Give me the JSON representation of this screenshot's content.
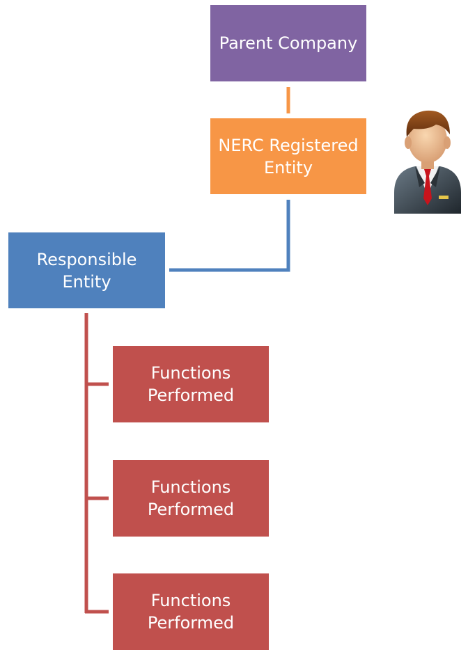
{
  "diagram": {
    "nodes": {
      "parent_company": {
        "label": "Parent Company",
        "color": "#8064A2"
      },
      "nerc_registered_entity": {
        "label": "NERC Registered Entity",
        "color": "#F79646"
      },
      "responsible_entity": {
        "label": "Responsible Entity",
        "color": "#4F81BD"
      },
      "functions": [
        {
          "label": "Functions Performed",
          "color": "#C0504D"
        },
        {
          "label": "Functions Performed",
          "color": "#C0504D"
        },
        {
          "label": "Functions Performed",
          "color": "#C0504D"
        }
      ]
    },
    "connector_colors": {
      "parent_to_nerc": "#F79646",
      "nerc_to_responsible": "#4F81BD",
      "responsible_to_functions": "#C0504D"
    },
    "icons": {
      "person": "businessman-icon"
    }
  }
}
